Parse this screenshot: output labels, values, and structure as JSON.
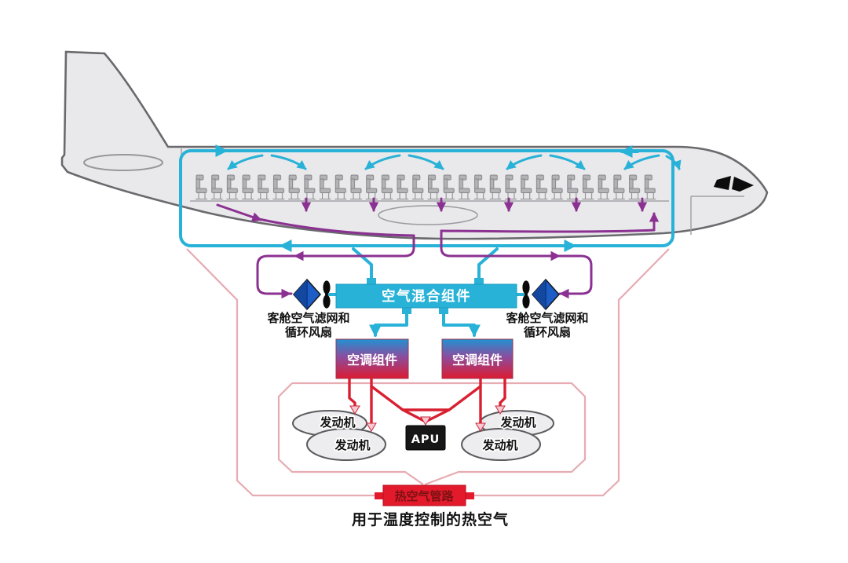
{
  "diagram": {
    "labels": {
      "mixing_unit": "空气混合组件",
      "filter_left_line1": "客舱空气滤网和",
      "filter_left_line2": "循环风扇",
      "filter_right_line1": "客舱空气滤网和",
      "filter_right_line2": "循环风扇",
      "pack_left": "空调组件",
      "pack_right": "空调组件",
      "engine_upper_left": "发动机",
      "engine_lower_left": "发动机",
      "engine_upper_right": "发动机",
      "engine_lower_right": "发动机",
      "apu": "APU",
      "hot_air_duct": "热空气管路",
      "caption": "用于温度控制的热空气"
    },
    "colors": {
      "supply_cyan": "#29b2d7",
      "recirc_purple": "#8b3191",
      "bleed_red": "#d92031",
      "trim_pink": "#e7abb2",
      "filter_blue": "#1c5dc6",
      "pack_blue_top": "#2191d1",
      "pack_red_bottom": "#dd1a31",
      "mixing_box_cyan": "#29b2d7",
      "hot_box_red": "#e3192c",
      "apu_black": "#161616",
      "fuselage_fill": "#e9e9eb",
      "fuselage_outline": "#6a6a6e"
    }
  }
}
